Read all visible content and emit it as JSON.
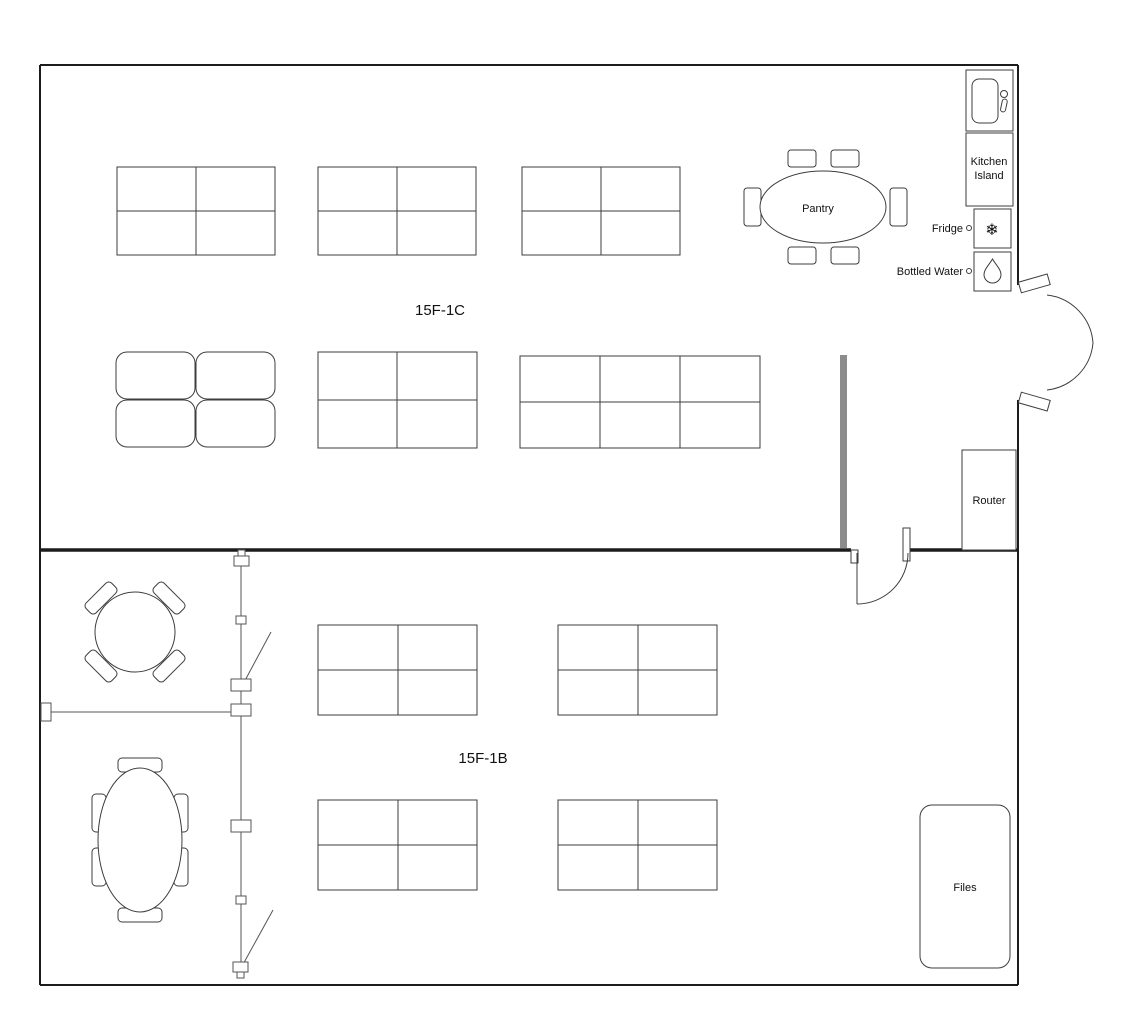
{
  "colors": {
    "background": "#ffffff",
    "wall": "#1c1c1c",
    "furniture_line": "#3d3d3d",
    "gray_partition": "#8c8c8c"
  },
  "rooms": {
    "top": {
      "label": "15F-1C"
    },
    "bottom": {
      "label": "15F-1B"
    }
  },
  "labels": {
    "pantry": "Pantry",
    "kitchen_island_line1": "Kitchen",
    "kitchen_island_line2": "Island",
    "fridge": "Fridge",
    "bottled_water": "Bottled Water",
    "router": "Router",
    "files": "Files"
  },
  "icons": {
    "fridge_glyph": "❄",
    "sink": "sink-icon",
    "bottled_water": "water-drop-icon"
  }
}
